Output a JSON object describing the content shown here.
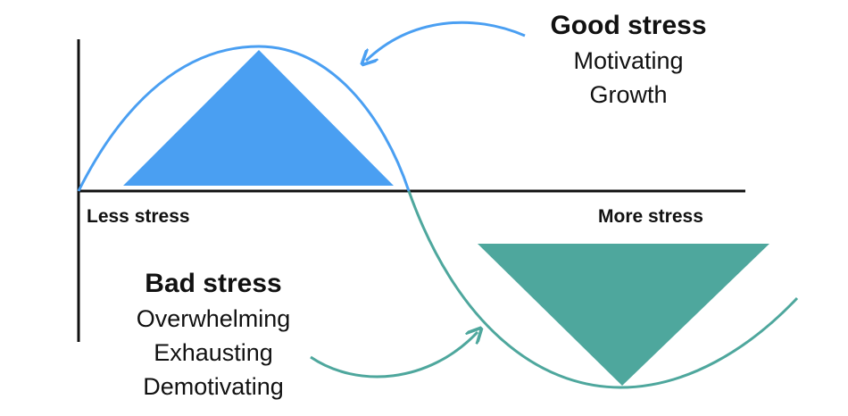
{
  "axis": {
    "left_label": "Less stress",
    "right_label": "More stress"
  },
  "good": {
    "title": "Good stress",
    "items": [
      "Motivating",
      "Growth"
    ],
    "color": "#4a9ff2"
  },
  "bad": {
    "title": "Bad stress",
    "items": [
      "Overwhelming",
      "Exhausting",
      "Demotivating"
    ],
    "color": "#4ea79d"
  },
  "axis_color": "#111111"
}
